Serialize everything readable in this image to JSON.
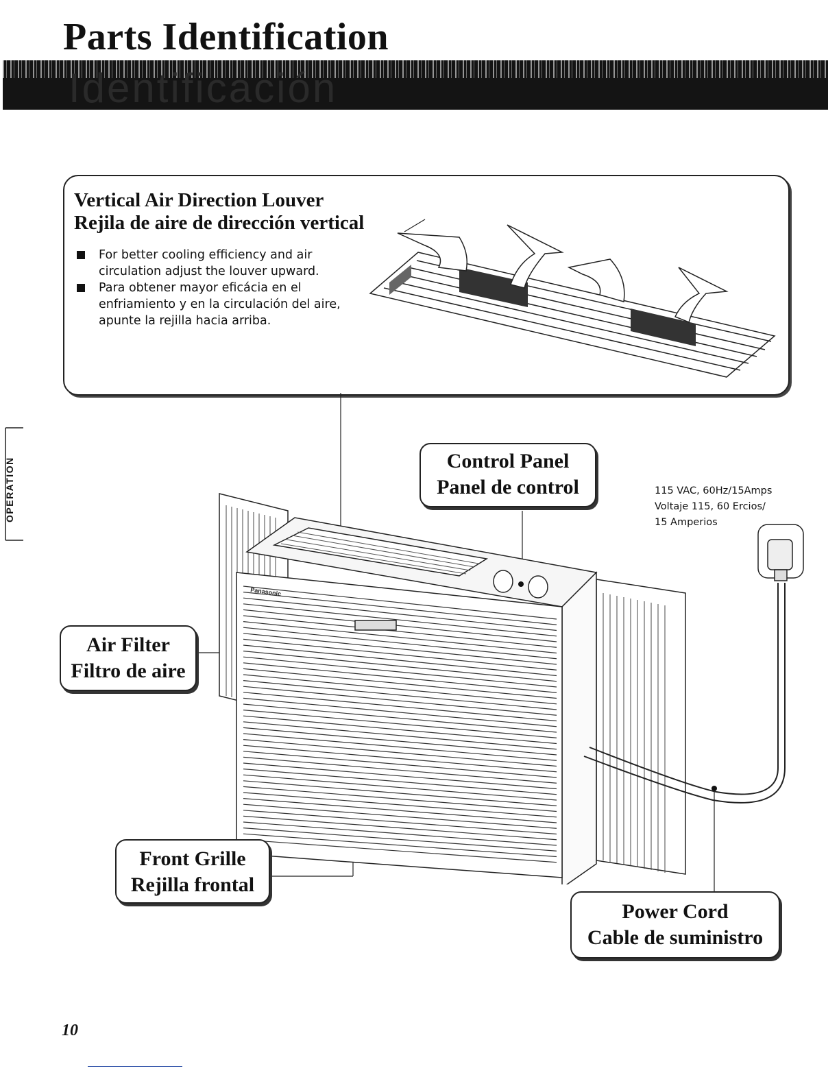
{
  "page": {
    "title": "Parts Identification",
    "section_tab": "OPERATION",
    "page_number": "10",
    "banner_ghost": "Identificación"
  },
  "louver": {
    "title_en": "Vertical Air Direction Louver",
    "title_es": "Rejila de aire de dirección vertical",
    "bullets": [
      "For better cooling efficiency and air circulation adjust the louver upward.",
      "Para obtener mayor eficácia en el enfriamiento y en la circulación del aire, apunte la rejilla hacia arriba."
    ]
  },
  "labels": {
    "control_panel": {
      "en": "Control Panel",
      "es": "Panel de control"
    },
    "air_filter": {
      "en": "Air Filter",
      "es": "Filtro de aire"
    },
    "front_grille": {
      "en": "Front Grille",
      "es": "Rejilla frontal"
    },
    "power_cord": {
      "en": "Power Cord",
      "es": "Cable de suministro"
    }
  },
  "power_spec": {
    "line1": "115 VAC, 60Hz/15Amps",
    "line2": "Voltaje 115, 60 Ercios/",
    "line3": "15 Amperios"
  },
  "unit_brand": "Panasonic",
  "icons": [
    "bullet-square-icon",
    "plug-icon",
    "knob-icon"
  ]
}
